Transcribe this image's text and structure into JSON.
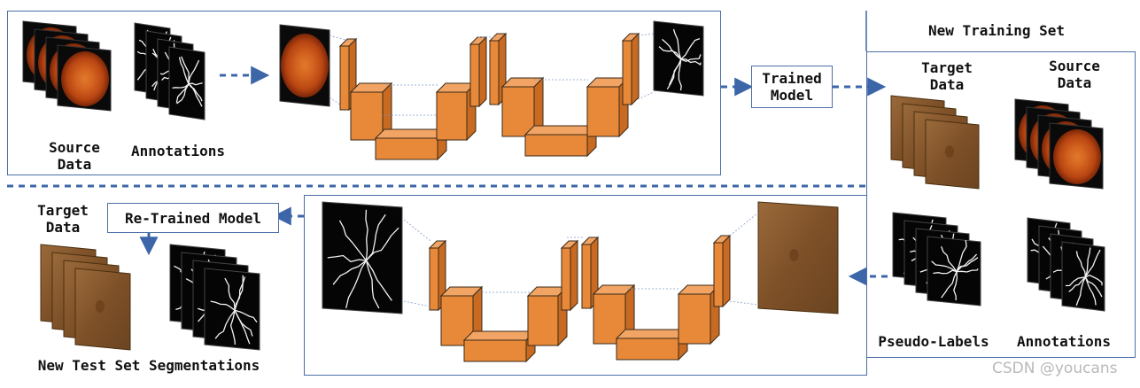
{
  "top_panel": {
    "source_label_line1": "Source",
    "source_label_line2": "Data",
    "annotations_label": "Annotations",
    "trained_model_line1": "Trained",
    "trained_model_line2": "Model"
  },
  "right_panel": {
    "title": "New Training Set",
    "target_line1": "Target",
    "target_line2": "Data",
    "source_line1": "Source",
    "source_line2": "Data",
    "pseudo_labels": "Pseudo-Labels",
    "annotations": "Annotations"
  },
  "bottom_left": {
    "target_line1": "Target",
    "target_line2": "Data",
    "retrained_model": "Re-Trained Model",
    "footer": "New Test Set Segmentations"
  },
  "watermark": "CSDN @youcans",
  "colors": {
    "frame": "#4a6fa5",
    "arrow": "#3d66a8",
    "block_fill": "#e8893a",
    "block_stroke": "#3a2a18",
    "fundus": "#c2521a",
    "target_fundus": "#8a5a2e"
  }
}
